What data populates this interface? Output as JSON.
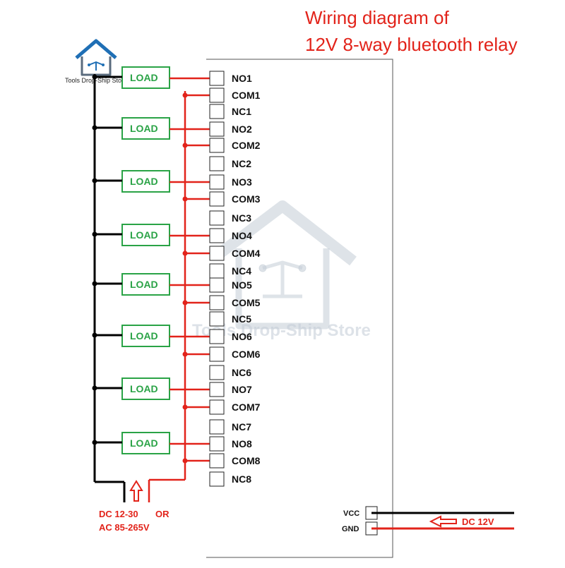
{
  "title": {
    "line1": "Wiring diagram of",
    "line2": "12V 8-way bluetooth relay"
  },
  "logo": {
    "brand": "Tools Drop-Ship Store"
  },
  "watermark": {
    "text": "Tools Drop-Ship Store"
  },
  "load_label": "LOAD",
  "channels": [
    {
      "no": "NO1",
      "com": "COM1",
      "nc": "NC1"
    },
    {
      "no": "NO2",
      "com": "COM2",
      "nc": "NC2"
    },
    {
      "no": "NO3",
      "com": "COM3",
      "nc": "NC3"
    },
    {
      "no": "NO4",
      "com": "COM4",
      "nc": "NC4"
    },
    {
      "no": "NO5",
      "com": "COM5",
      "nc": "NC5"
    },
    {
      "no": "NO6",
      "com": "COM6",
      "nc": "NC6"
    },
    {
      "no": "NO7",
      "com": "COM7",
      "nc": "NC7"
    },
    {
      "no": "NO8",
      "com": "COM8",
      "nc": "NC8"
    }
  ],
  "supply": {
    "line1_a": "DC 12-30",
    "line1_b": "OR",
    "line2": "AC 85-265V"
  },
  "power": {
    "vcc": "VCC",
    "gnd": "GND",
    "label": "DC 12V"
  },
  "colors": {
    "title": "#e2231a",
    "wire_live": "#e2231a",
    "wire_neutral": "#000000",
    "load_border": "#2aa346",
    "watermark": "#c3ccd6"
  }
}
